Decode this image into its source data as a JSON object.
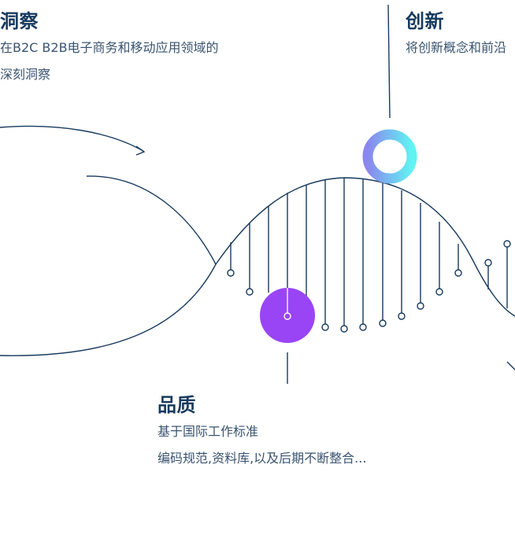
{
  "insight": {
    "title": "洞察",
    "desc_line1": "在B2C B2B电子商务和移动应用领域的",
    "desc_line2": "深刻洞察"
  },
  "innovation": {
    "title": "创新",
    "desc_line1": "将创新概念和前沿"
  },
  "quality": {
    "title": "品质",
    "desc_line1": "基于国际工作标准",
    "desc_line2": "编码规范,资料库,以及后期不断整合..."
  },
  "colors": {
    "navy": "#173a5e",
    "purple_accent": "#9a45f5",
    "ring_start": "#8a87ee",
    "ring_end": "#5ff4f2",
    "text_secondary": "#3a5470"
  }
}
